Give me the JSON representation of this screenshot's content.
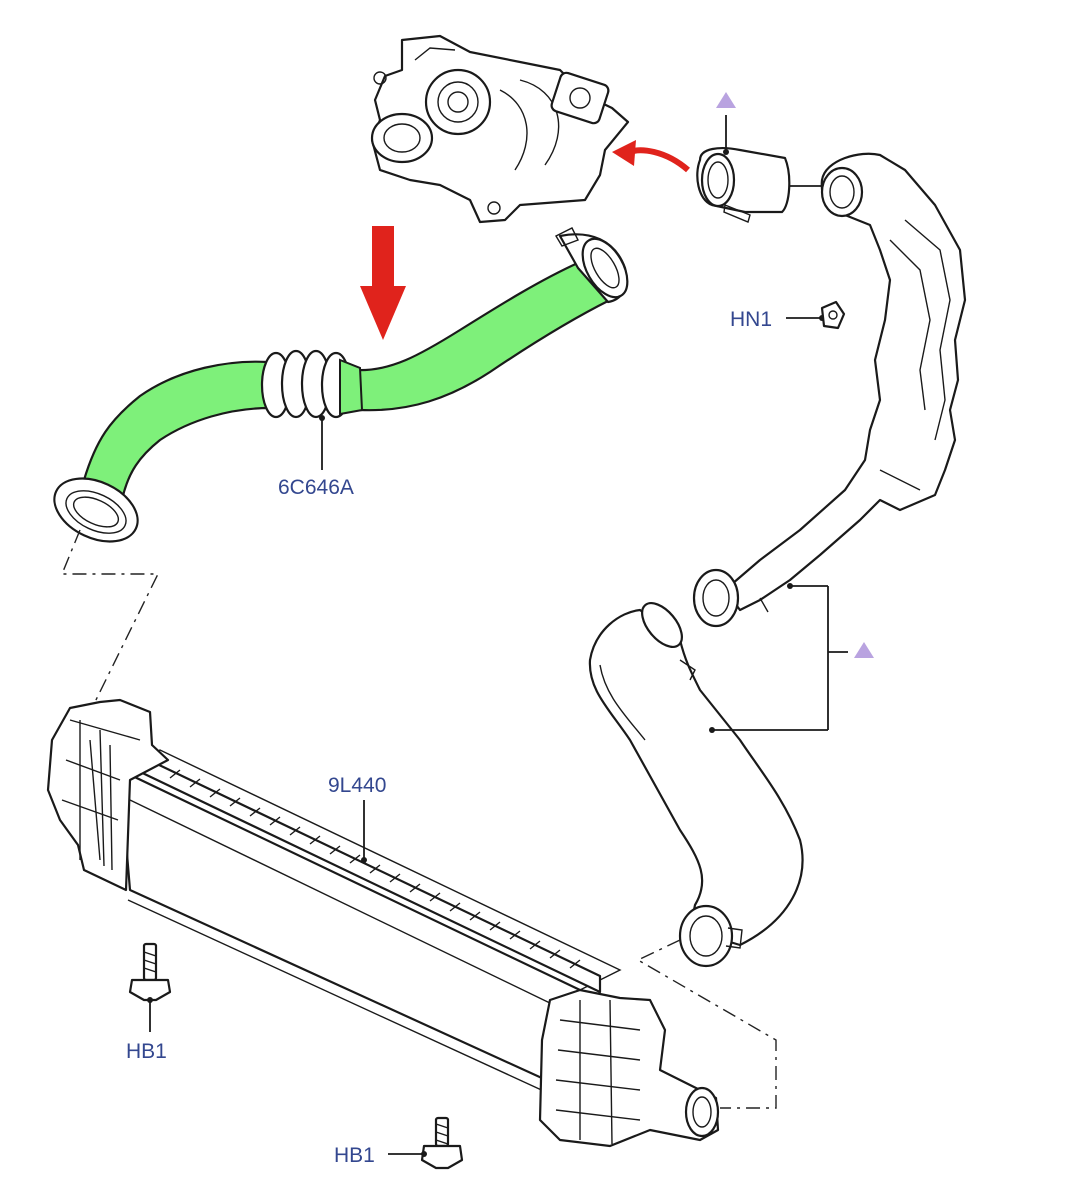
{
  "callouts": {
    "hose_part": "6C646A",
    "intercooler_part": "9L440",
    "nut_part": "HN1",
    "bolt_part_left": "HB1",
    "bolt_part_bottom": "HB1"
  },
  "colors": {
    "highlight_hose": "#7ef07a",
    "arrow_red": "#e0231c",
    "triangle_marker": "#b9a3e0",
    "label_text": "#33478f",
    "line_art": "#1a1a1a"
  },
  "markers": {
    "triangle_icon": "triangle-marker",
    "arrow_icon": "red-arrow"
  }
}
